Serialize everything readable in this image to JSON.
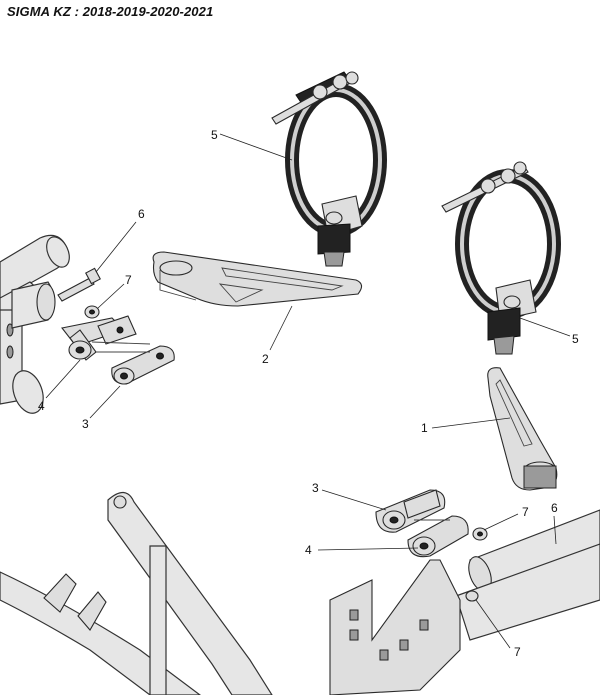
{
  "title": "SIGMA KZ : 2018-2019-2020-2021",
  "callouts": {
    "c1": "1",
    "c2": "2",
    "c3_left": "3",
    "c3_right": "3",
    "c4_left": "4",
    "c4_right": "4",
    "c5_top": "5",
    "c5_right": "5",
    "c6_left": "6",
    "c6_right": "6",
    "c7_left": "7",
    "c7_right_top": "7",
    "c7_right_bottom": "7"
  }
}
